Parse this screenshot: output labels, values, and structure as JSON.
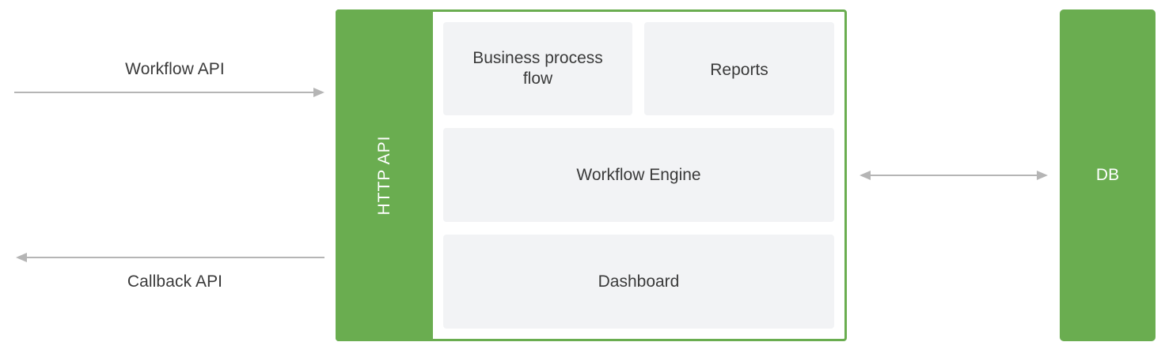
{
  "diagram": {
    "workflow_api_label": "Workflow API",
    "callback_api_label": "Callback API",
    "http_api_label": "HTTP API",
    "business_process_flow_label": "Business process flow",
    "reports_label": "Reports",
    "workflow_engine_label": "Workflow Engine",
    "dashboard_label": "Dashboard",
    "db_label": "DB"
  },
  "colors": {
    "green": "#6aad50",
    "panel": "#f2f3f5",
    "arrow": "#b5b5b5"
  }
}
